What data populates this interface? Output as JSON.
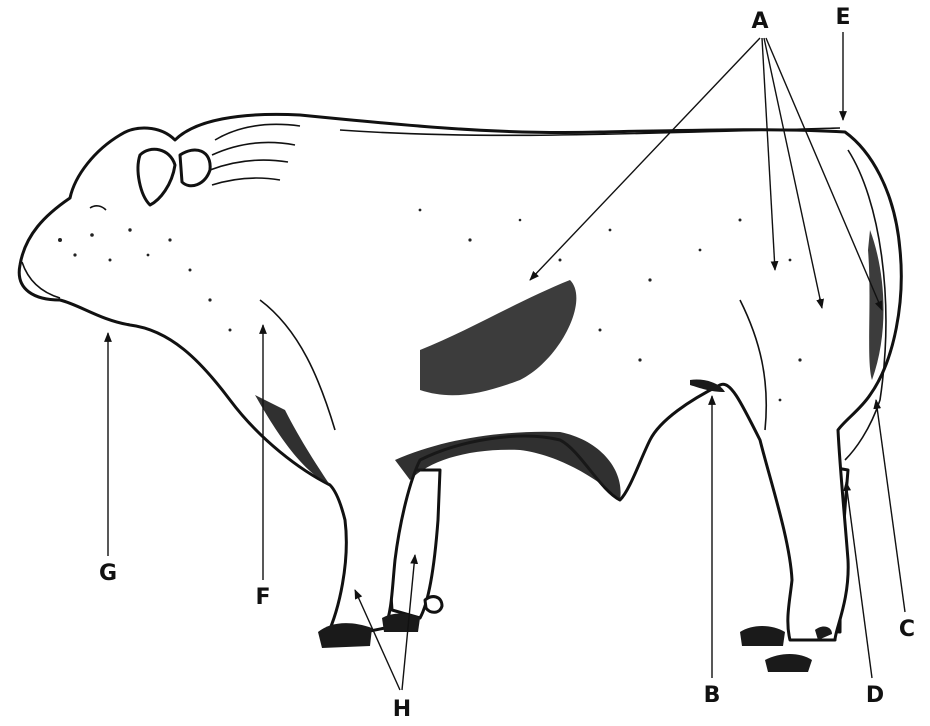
{
  "figure": {
    "labels": {
      "A": "A",
      "B": "B",
      "C": "C",
      "D": "D",
      "E": "E",
      "F": "F",
      "G": "G",
      "H": "H"
    },
    "colors": {
      "ink": "#111111",
      "background": "#ffffff"
    }
  }
}
